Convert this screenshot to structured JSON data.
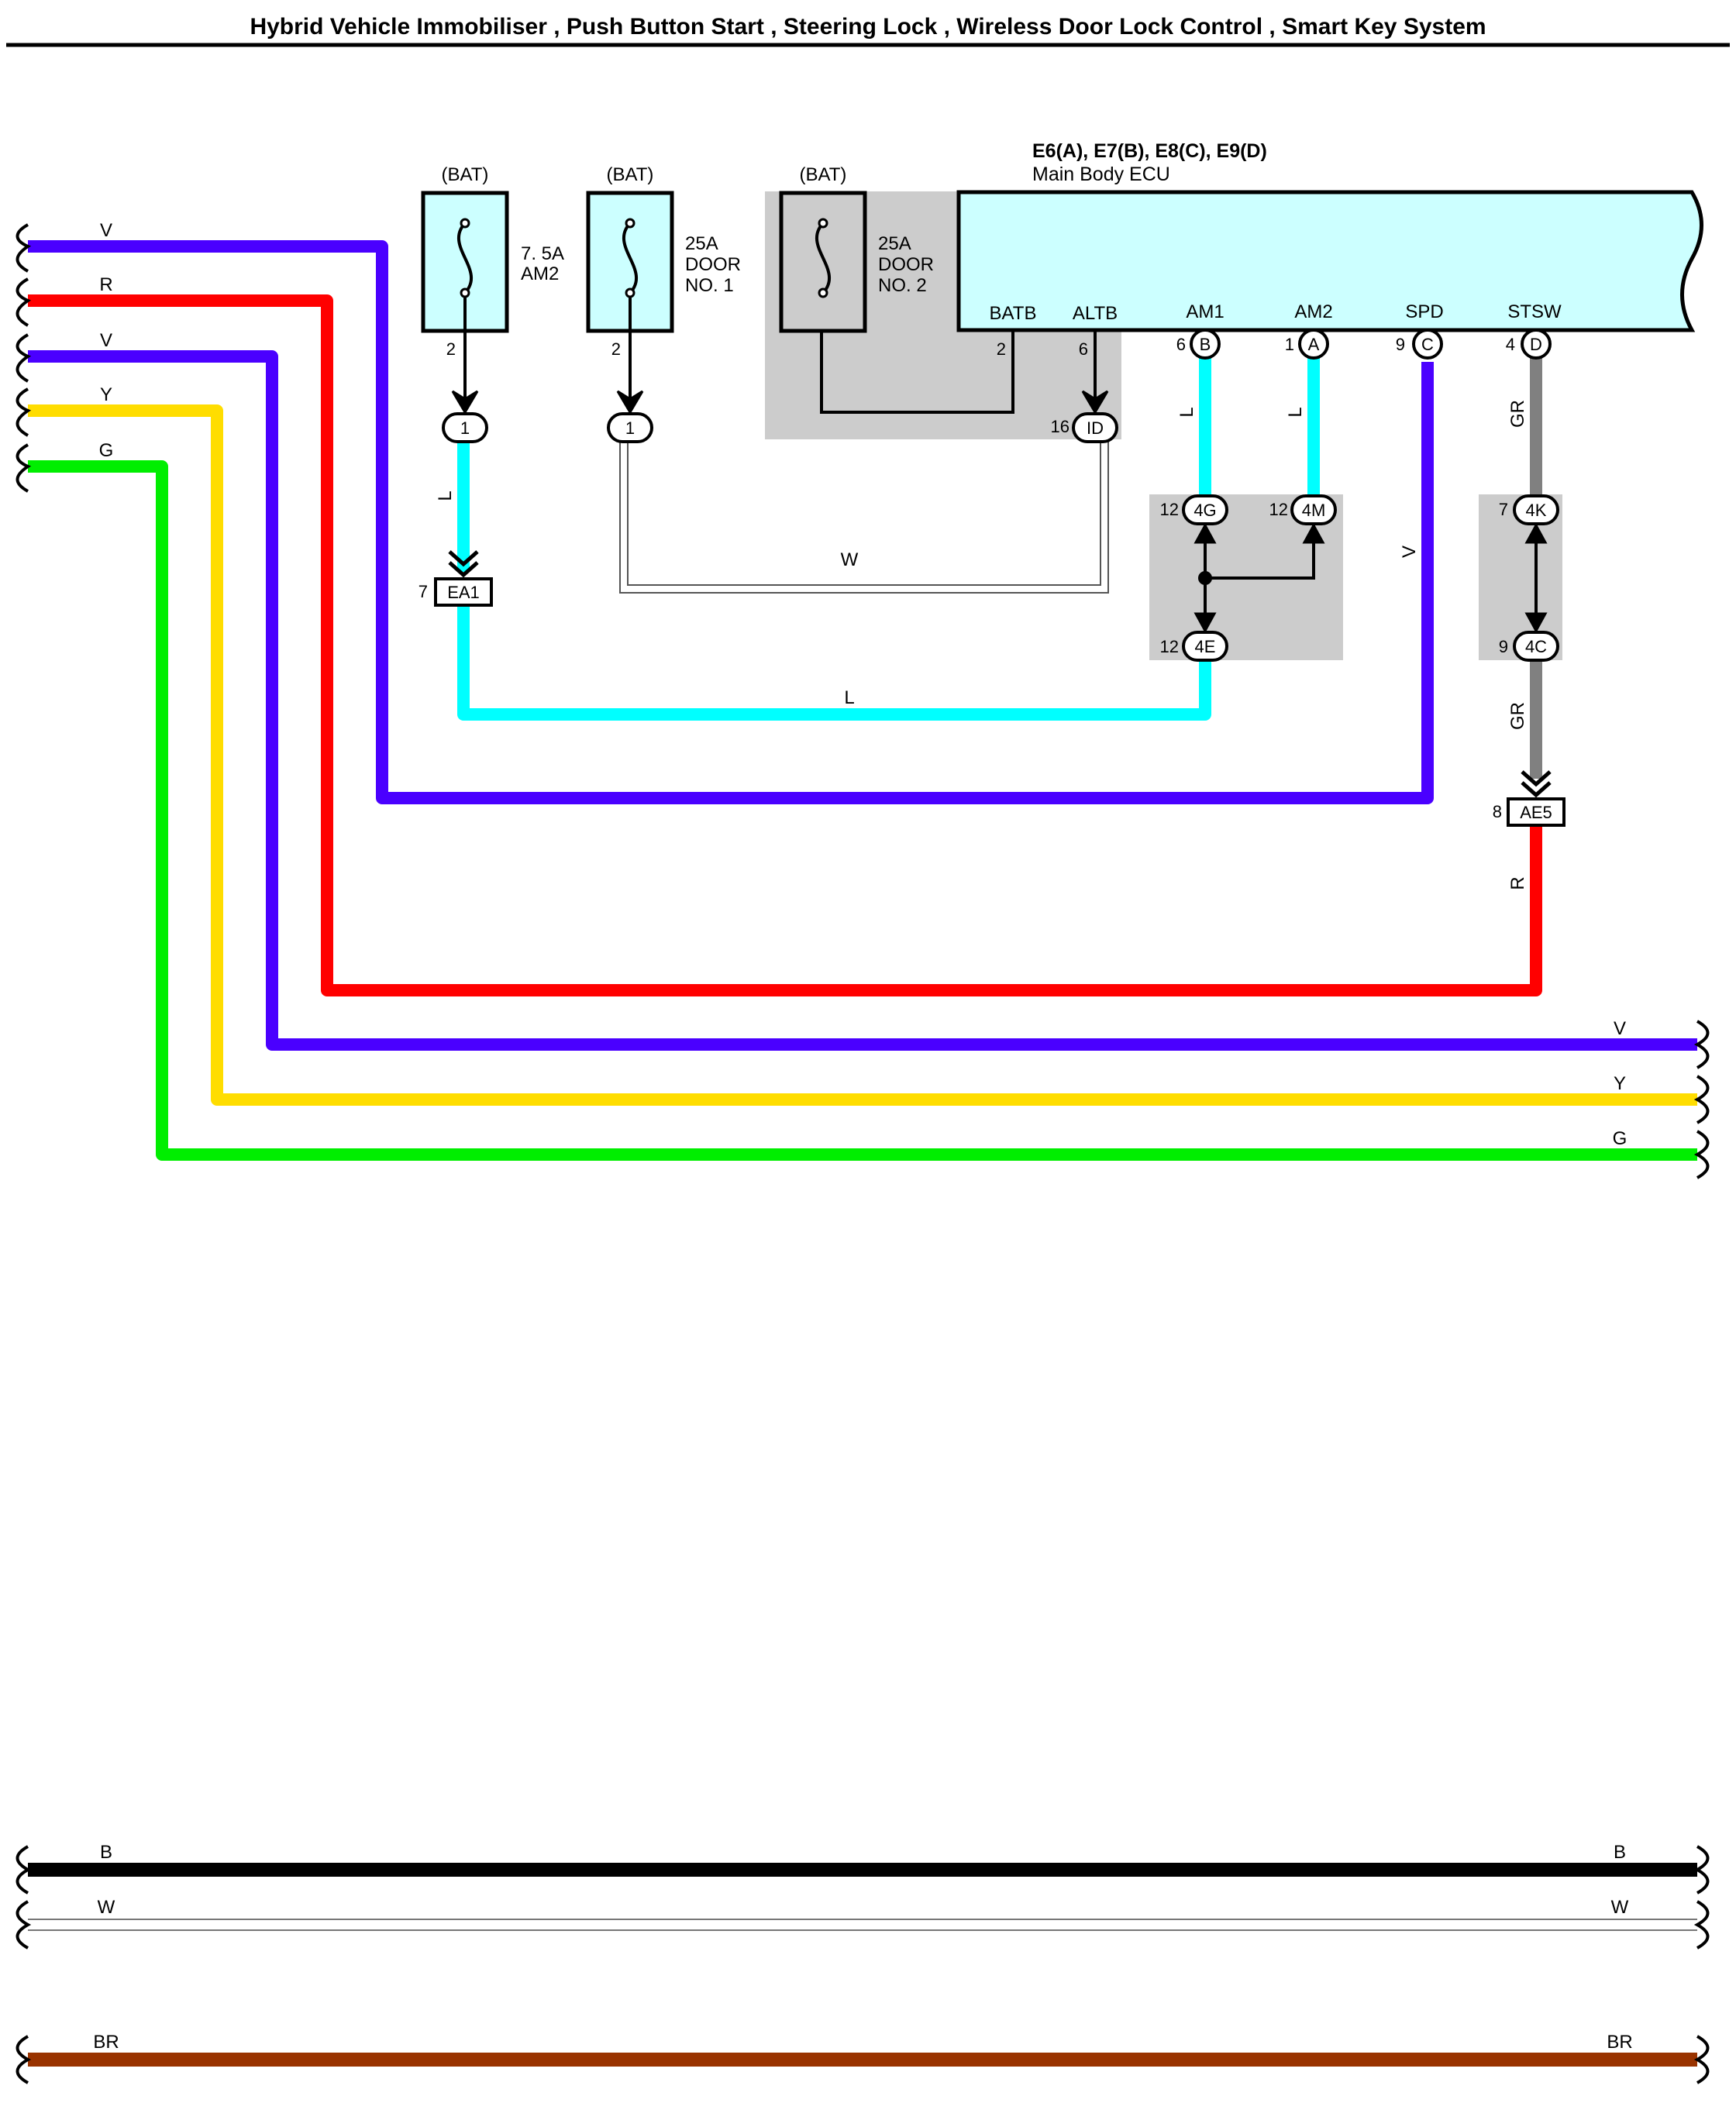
{
  "title": "Hybrid Vehicle Immobiliser , Push Button Start , Steering Lock , Wireless Door Lock Control , Smart Key System",
  "colors": {
    "V": "#4a00ff",
    "R": "#ff0000",
    "Y": "#ffdd00",
    "G": "#00ee00",
    "L": "#00ffff",
    "GR": "#808080",
    "B": "#000000",
    "W": "#ffffff",
    "BR": "#993300",
    "ecu_fill": "#ccffff",
    "shade": "#cccccc"
  },
  "ecu": {
    "connectors": "E6(A), E7(B), E8(C), E9(D)",
    "name": "Main Body ECU",
    "terminals": {
      "batb": "BATB",
      "altb": "ALTB",
      "am1": "AM1",
      "am2": "AM2",
      "spd": "SPD",
      "stsw": "STSW"
    }
  },
  "fuses": {
    "f1": {
      "source": "(BAT)",
      "rating": "7. 5A",
      "name1": "AM2",
      "name2": "",
      "pin": "2"
    },
    "f2": {
      "source": "(BAT)",
      "rating": "25A",
      "name1": "DOOR",
      "name2": "NO. 1",
      "pin": "2"
    },
    "f3": {
      "source": "(BAT)",
      "rating": "25A",
      "name1": "DOOR",
      "name2": "NO. 2"
    }
  },
  "pins": {
    "batb": "2",
    "altb": "6",
    "am1": "6",
    "am2": "1",
    "spd": "9",
    "stsw": "4",
    "ID": "16",
    "EA1": "7",
    "4G": "12",
    "4M": "12",
    "4E": "12",
    "4K": "7",
    "4C": "9",
    "AE5": "8"
  },
  "connectors": {
    "c1a": "1",
    "c1b": "1",
    "ID": "ID",
    "EA1": "EA1",
    "4G": "4G",
    "4M": "4M",
    "4E": "4E",
    "4K": "4K",
    "4C": "4C",
    "AE5": "AE5",
    "A": "A",
    "B": "B",
    "C": "C",
    "D": "D"
  },
  "wire_labels": {
    "left_v1": "V",
    "left_r": "R",
    "left_v2": "V",
    "left_y": "Y",
    "left_g": "G",
    "right_v": "V",
    "right_y": "Y",
    "right_g": "G",
    "am2_fuse": "L",
    "am1_wire": "L",
    "am2_wire": "L",
    "door_w": "W",
    "bottom_l": "L",
    "spd_v": "V",
    "stsw_gr1": "GR",
    "stsw_gr2": "GR",
    "ae5_r": "R",
    "b_left": "B",
    "b_right": "B",
    "w_left": "W",
    "w_right": "W",
    "br_left": "BR",
    "br_right": "BR"
  }
}
